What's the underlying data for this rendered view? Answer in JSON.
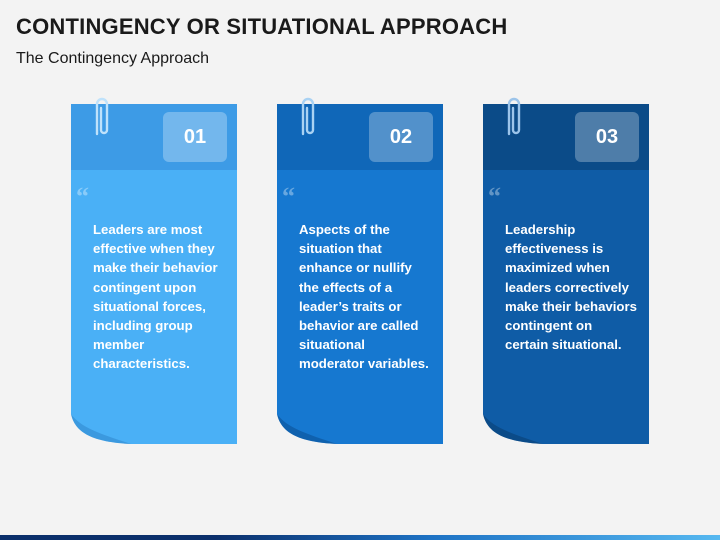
{
  "slide": {
    "title": "CONTINGENCY OR SITUATIONAL APPROACH",
    "subtitle": "The Contingency Approach"
  },
  "cards": [
    {
      "number": "01",
      "text": "Leaders are most effective when they make their behavior contingent upon situational forces, including group member characteristics.",
      "header_color": "#3d9be6",
      "body_color": "#4ab0f6",
      "icons": [
        "paperclip-icon",
        "quote-icon"
      ]
    },
    {
      "number": "02",
      "text": "Aspects of the situation that enhance or nullify the effects of a leader’s traits or behavior are called situational moderator variables.",
      "header_color": "#1067b8",
      "body_color": "#1678d0",
      "icons": [
        "paperclip-icon",
        "quote-icon"
      ]
    },
    {
      "number": "03",
      "text": "Leadership effectiveness is maximized when leaders correctively make their behaviors contingent on certain situational.",
      "header_color": "#0b4b88",
      "body_color": "#0f5ca6",
      "icons": [
        "paperclip-icon",
        "quote-icon"
      ]
    }
  ],
  "quote_glyph": "“"
}
